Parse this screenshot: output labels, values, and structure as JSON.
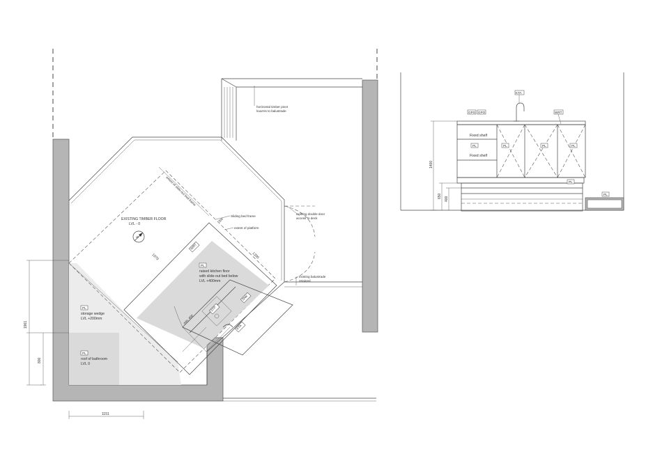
{
  "plan": {
    "labels": {
      "existing_floor": "EXISTING TIMBER FLOOR",
      "existing_floor_lvl": "LVL - 0",
      "slide_out_extent": "extent of slide-out bed frame",
      "sliding_bed_frame": "Sliding bed frame",
      "extent_platform": "extent of platform",
      "pivot_louvres_1": "horizontal timber pivot",
      "pivot_louvres_2": "louvres to balustrade",
      "double_door_1": "existing double door",
      "double_door_2": "access to deck",
      "balustrade_1": "existing balustrade",
      "balustrade_2": "retained",
      "pl_tag": "PL",
      "kitchen_floor_1": "raised kitchen floor",
      "kitchen_floor_2": "with slide-out bed below",
      "kitchen_floor_3": "LVL +400mm",
      "storage_1": "storage wedge",
      "storage_2": "LVL +200mm",
      "bath_1": "roof of bathroom",
      "bath_2": "LVL 0",
      "kta": "KTA",
      "snk": "SNK",
      "wrt": "WRT",
      "stp": "STP",
      "min": "min. 400",
      "compass": "N"
    },
    "dimensions": {
      "d1970": "1970",
      "d1200": "1200",
      "d800": "800",
      "d300": "300",
      "d1961": "1961",
      "d1151": "1151"
    }
  },
  "elevation": {
    "labels": {
      "kta": "KTA",
      "gpo1": "GPO",
      "gpo2": "GPO",
      "wrt": "WRT",
      "fixed_shelf_1": "Fixed shelf",
      "fixed_shelf_2": "Fixed shelf",
      "pl_1": "PL",
      "pl_2": "PL",
      "pl_3": "PL",
      "pl_4": "PL",
      "pl_5": "PL",
      "pl_6": "PL"
    },
    "dimensions": {
      "d1400": "1400",
      "d650": "650",
      "d400": "400"
    }
  }
}
